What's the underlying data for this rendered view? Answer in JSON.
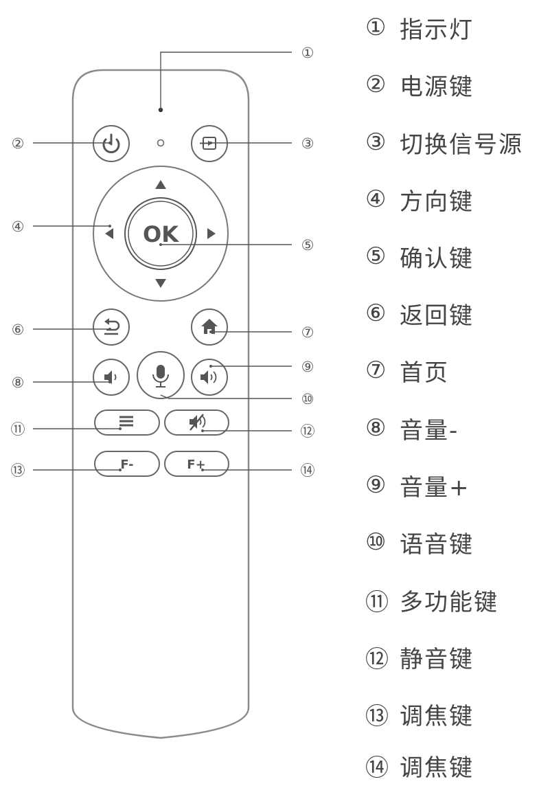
{
  "remote": {
    "ok_label": "OK",
    "focus_minus_label": "F-",
    "focus_plus_label": "F+"
  },
  "callouts": [
    "①",
    "②",
    "③",
    "④",
    "⑤",
    "⑥",
    "⑦",
    "⑧",
    "⑨",
    "⑩",
    "⑪",
    "⑫",
    "⑬",
    "⑭"
  ],
  "legend": [
    {
      "num": "①",
      "text": "指示灯"
    },
    {
      "num": "②",
      "text": "电源键"
    },
    {
      "num": "③",
      "text": "切换信号源"
    },
    {
      "num": "④",
      "text": "方向键"
    },
    {
      "num": "⑤",
      "text": "确认键"
    },
    {
      "num": "⑥",
      "text": "返回键"
    },
    {
      "num": "⑦",
      "text": "首页"
    },
    {
      "num": "⑧",
      "text": "音量-"
    },
    {
      "num": "⑨",
      "text": "音量+"
    },
    {
      "num": "⑩",
      "text": "语音键"
    },
    {
      "num": "⑪",
      "text": "多功能键"
    },
    {
      "num": "⑫",
      "text": "静音键"
    },
    {
      "num": "⑬",
      "text": "调焦键"
    },
    {
      "num": "⑭",
      "text": "调焦键"
    }
  ]
}
